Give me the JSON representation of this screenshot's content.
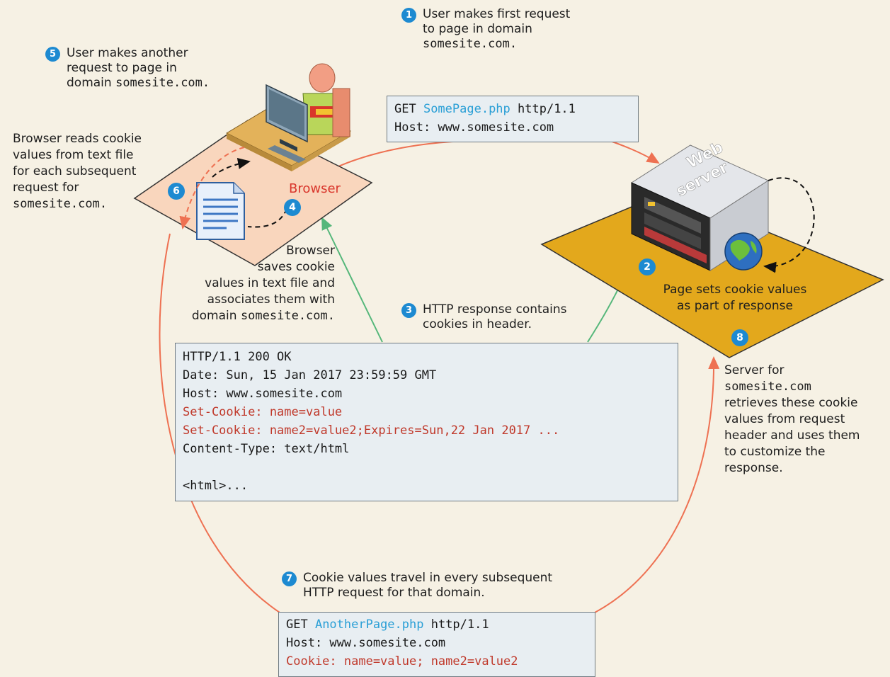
{
  "steps": {
    "s1": {
      "num": "1",
      "line1": "User makes first request",
      "line2": "to page in  domain",
      "line3": "somesite.com."
    },
    "s2": {
      "num": "2",
      "line1": "Page sets cookie values",
      "line2": "as part of response"
    },
    "s3": {
      "num": "3",
      "line1": "HTTP response contains",
      "line2": "cookies in header."
    },
    "s4": {
      "num": "4",
      "line1": "Browser",
      "line2": "saves cookie",
      "line3": "values in text file and",
      "line4": "associates them with",
      "line5a": "domain ",
      "line5b": "somesite.com."
    },
    "s5": {
      "num": "5",
      "line1": "User makes another",
      "line2": "request to page in",
      "line3a": "domain ",
      "line3b": "somesite.com."
    },
    "s6": {
      "num": "6",
      "line1": "Browser reads cookie",
      "line2": "values from text file",
      "line3": "for each subsequent",
      "line4": "request for",
      "line5": "somesite.com."
    },
    "s7": {
      "num": "7",
      "line1": "Cookie values travel in every subsequent",
      "line2": "HTTP request for that domain."
    },
    "s8": {
      "num": "8",
      "line1": "Server for",
      "line2": "somesite.com",
      "line3": "retrieves these cookie",
      "line4": "values from request",
      "line5": "header and uses them",
      "line6": "to customize the",
      "line7": "response."
    }
  },
  "labels": {
    "browser": "Browser",
    "web_server_1": "Web",
    "web_server_2": "server"
  },
  "request1": {
    "l1a": "GET ",
    "l1b": "SomePage.php",
    "l1c": " http/1.1",
    "l2": "Host: www.somesite.com"
  },
  "response": {
    "l1": "HTTP/1.1 200 OK",
    "l2": "Date: Sun, 15 Jan 2017 23:59:59 GMT",
    "l3": "Host: www.somesite.com",
    "l4": "Set-Cookie: name=value",
    "l5": "Set-Cookie: name2=value2;Expires=Sun,22 Jan 2017 ...",
    "l6": "Content-Type: text/html",
    "l7": "",
    "l8": "<html>..."
  },
  "request2": {
    "l1a": "GET ",
    "l1b": "AnotherPage.php",
    "l1c": " http/1.1",
    "l2": "Host: www.somesite.com",
    "l3": "Cookie: name=value; name2=value2"
  },
  "colors": {
    "orange_arrow": "#ee7152",
    "green_arrow": "#55b77a",
    "badge_blue": "#1d8ad1",
    "link_blue": "#2a9fd6",
    "cookie_red": "#c0392b",
    "server_platform": "#e3a81c",
    "browser_platform": "#f9d6bd"
  }
}
